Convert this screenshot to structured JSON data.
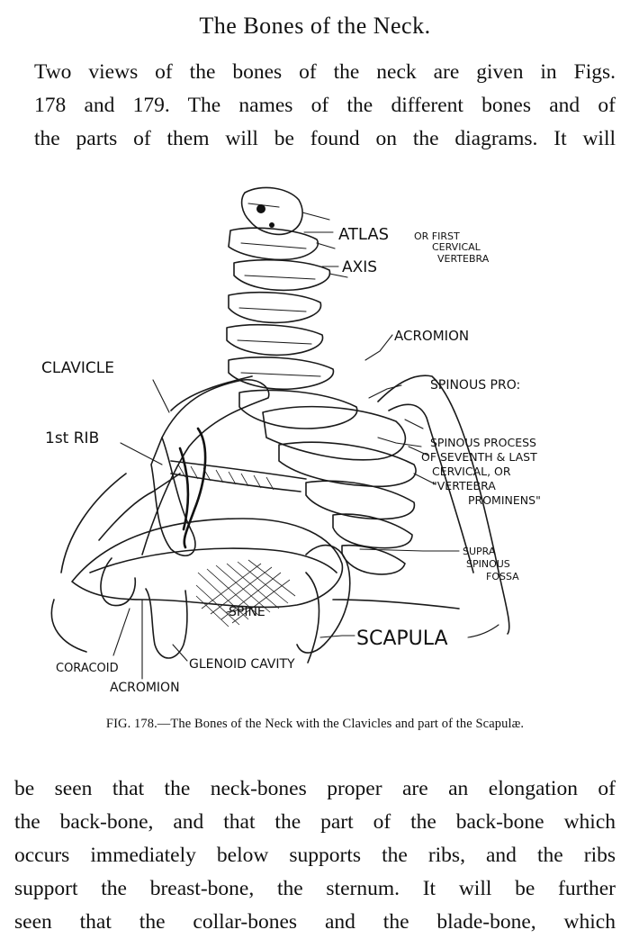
{
  "page": {
    "heading": "The Bones of the Neck.",
    "intro_lines": [
      "Two views of the bones of the neck are given in Figs.",
      "178 and 179.  The names of the different bones and of",
      "the parts of them will be found on the diagrams.  It will"
    ],
    "caption": "FIG. 178.—The Bones of the Neck with the Clavicles and part of the Scapulæ.",
    "continuation_lines": [
      "be seen that the neck-bones proper are an elongation of",
      "the back-bone, and that the part of the back-bone which",
      "occurs immediately below supports the ribs, and the ribs",
      "support the breast-bone, the sternum.  It will be further",
      "seen that the collar-bones and the blade-bone, which"
    ]
  },
  "figure": {
    "labels": {
      "atlas": "ATLAS",
      "atlas_note_1": "OR FIRST",
      "atlas_note_2": "CERVICAL",
      "atlas_note_3": "VERTEBRA",
      "axis": "AXIS",
      "acromion_top": "ACROMION",
      "clavicle": "CLAVICLE",
      "spinous_pro": "SPINOUS PRO:",
      "first_rib": "1st RIB",
      "spinous_process_1": "SPINOUS PROCESS",
      "spinous_process_2": "OF SEVENTH & LAST",
      "spinous_process_3": "CERVICAL, OR",
      "spinous_process_4": "\"VERTEBRA",
      "spinous_process_5": "PROMINENS\"",
      "supra_1": "SUPRA",
      "supra_2": "SPINOUS",
      "supra_3": "FOSSA",
      "spine": "SPINE",
      "scapula": "SCAPULA",
      "coracoid": "CORACOID",
      "glenoid": "GLENOID CAVITY",
      "acromion_bottom": "ACROMION"
    }
  }
}
